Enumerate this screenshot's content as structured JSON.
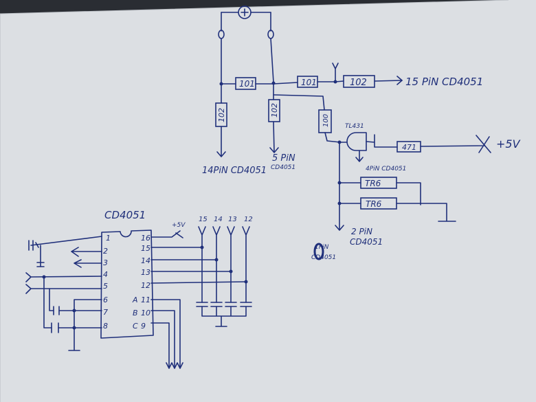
{
  "colors": {
    "ink": "#1f2f7a",
    "paper": "#dcdfe3",
    "background": "#2a2d33"
  },
  "labels": {
    "r101_a": "101",
    "r101_b": "101",
    "r102_h": "102",
    "r102_v1": "102",
    "r102_v2": "102",
    "r100_v": "100",
    "r471": "471",
    "tr6_a": "TR6",
    "tr6_b": "TR6",
    "transistor": "TL431",
    "out_15pin": "15 PiN CD4051",
    "out_14pin": "14PiN CD4051",
    "out_5pin_1": "5 PiN",
    "out_5pin_2": "CD4051",
    "out_4pin": "4PiN CD4051",
    "plus5v": "+5V",
    "plus5v_chip": "+5V",
    "out_2pin_1": "2 PiN",
    "out_2pin_2": "CD4051",
    "out_1pin_1": "1PiN",
    "out_1pin_2": "CD4051",
    "chip_name": "CD4051",
    "pin_left": [
      "1",
      "2",
      "3",
      "4",
      "5",
      "6",
      "7",
      "8"
    ],
    "pin_right_num": [
      "16",
      "15",
      "14",
      "13",
      "12",
      "11",
      "10",
      "9"
    ],
    "pin_right_lbl": [
      "",
      "",
      "",
      "",
      "",
      "A",
      "B",
      "C"
    ],
    "pin_tops": [
      "15",
      "14",
      "13",
      "12"
    ]
  }
}
